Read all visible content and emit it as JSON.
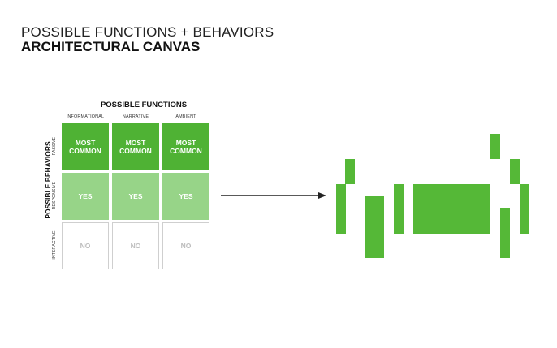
{
  "header": {
    "line1": "POSSIBLE FUNCTIONS + BEHAVIORS",
    "line2": "ARCHITECTURAL CANVAS"
  },
  "matrix": {
    "functions_title": "POSSIBLE FUNCTIONS",
    "behaviors_title": "POSSIBLE BEHAVIORS",
    "columns": [
      "INFORMATIONAL",
      "NARRATIVE",
      "AMBIENT"
    ],
    "rows": [
      {
        "label": "PASSIVE",
        "cells": [
          "MOST COMMON",
          "MOST COMMON",
          "MOST COMMON"
        ]
      },
      {
        "label": "RESPONSIVE",
        "cells": [
          "YES",
          "YES",
          "YES"
        ]
      },
      {
        "label": "INTERACTIVE",
        "cells": [
          "NO",
          "NO",
          "NO"
        ]
      }
    ]
  },
  "colors": {
    "most_common": "#4fb234",
    "yes": "#97d488",
    "no_border": "#cfcfcf",
    "canvas_block": "#55b837",
    "arrow": "#222222"
  }
}
